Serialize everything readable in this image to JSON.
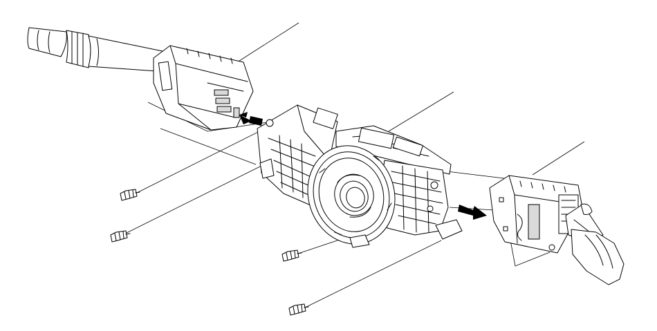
{
  "figure": {
    "line_color": "#000000",
    "background_color": "#ffffff",
    "parts": [
      {
        "name": "left-switch-lever"
      },
      {
        "name": "left-switch-body"
      },
      {
        "name": "center-switch-housing"
      },
      {
        "name": "spiral-cable-ring"
      },
      {
        "name": "right-switch-body"
      },
      {
        "name": "right-switch-lever"
      },
      {
        "name": "screw",
        "count": 4
      }
    ],
    "arrows": [
      {
        "direction": "toward-left-switch"
      },
      {
        "direction": "toward-right-switch"
      }
    ],
    "leader_lines": 3
  }
}
